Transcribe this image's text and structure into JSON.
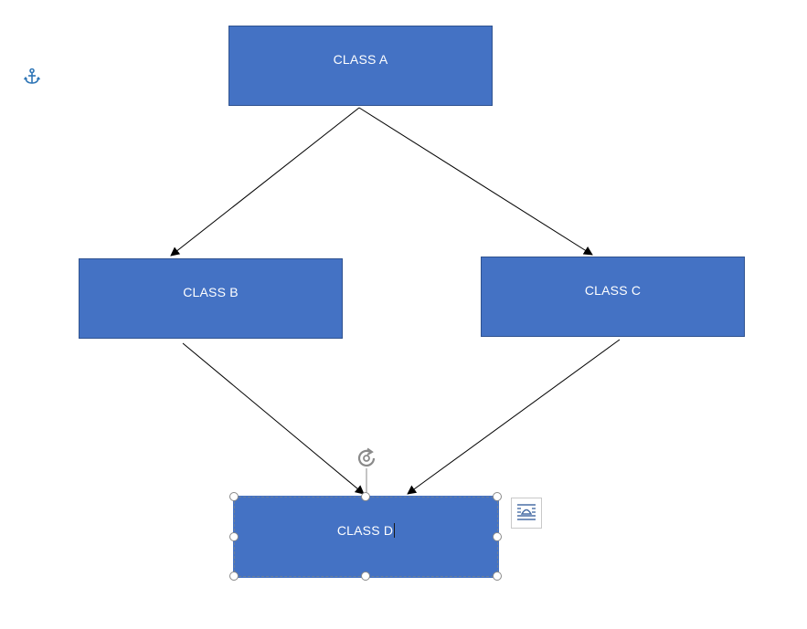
{
  "shapes": {
    "a": {
      "label": "CLASS A"
    },
    "b": {
      "label": "CLASS B"
    },
    "c": {
      "label": "CLASS C"
    },
    "d": {
      "label": "CLASS D"
    }
  },
  "icons": {
    "anchor": "anchor-icon",
    "rotate": "rotate-handle-icon",
    "layout_options": "layout-options-icon"
  },
  "colors": {
    "shape_fill": "#4472c4",
    "shape_border": "#2f528f",
    "connector": "#000000",
    "anchor_icon": "#2e75b6",
    "handle_border": "#8a8a8a"
  }
}
